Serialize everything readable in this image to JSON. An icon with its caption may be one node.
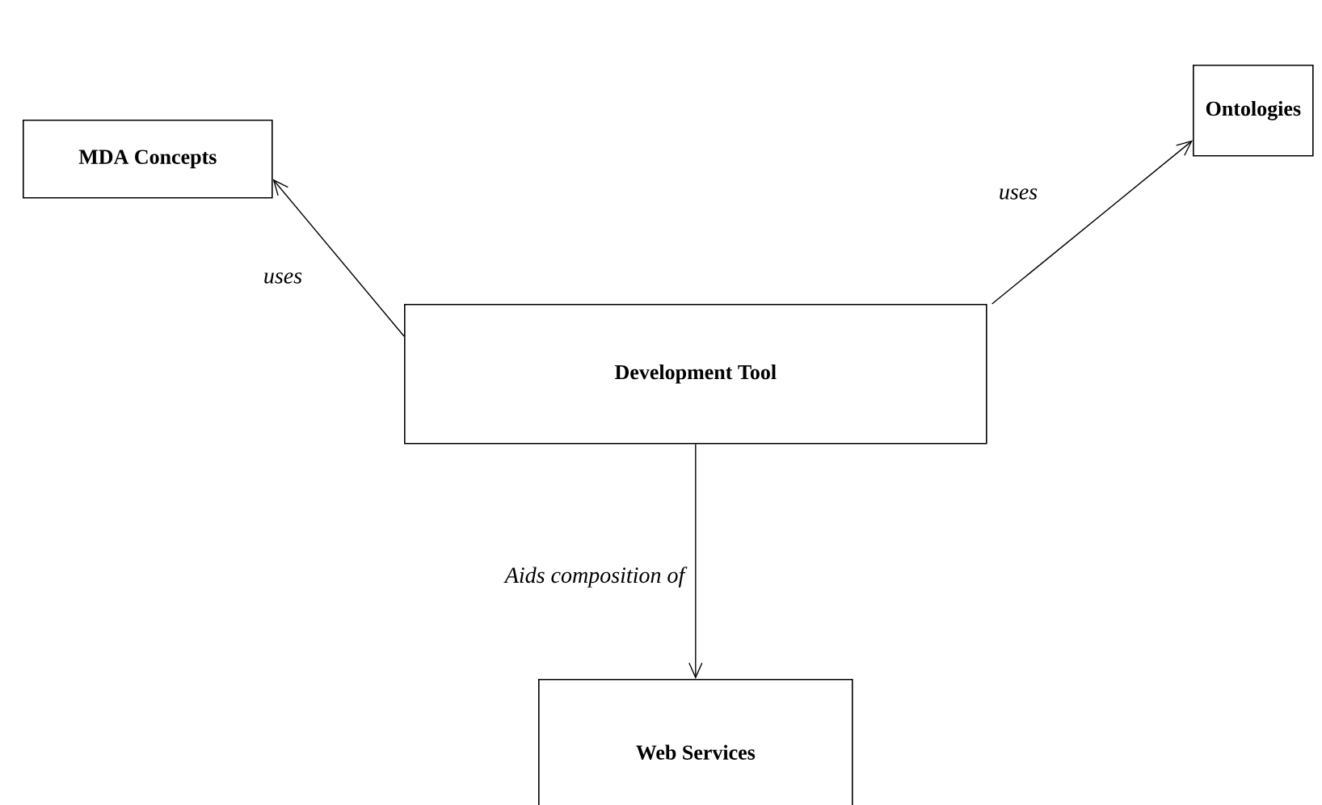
{
  "diagram": {
    "nodes": [
      {
        "text": [
          "MDA Concepts"
        ]
      },
      {
        "text": [
          "Ontologies"
        ]
      },
      {
        "text": [
          "Development Tool"
        ]
      },
      {
        "text": [
          "Web Services"
        ]
      }
    ],
    "edges": [
      {
        "from": 2,
        "to": 0,
        "arrow": "to",
        "label": "uses"
      },
      {
        "from": 2,
        "to": 1,
        "arrow": "to",
        "label": "uses"
      },
      {
        "from": 2,
        "to": 3,
        "arrow": "to",
        "label": "Aids composition of"
      }
    ]
  }
}
